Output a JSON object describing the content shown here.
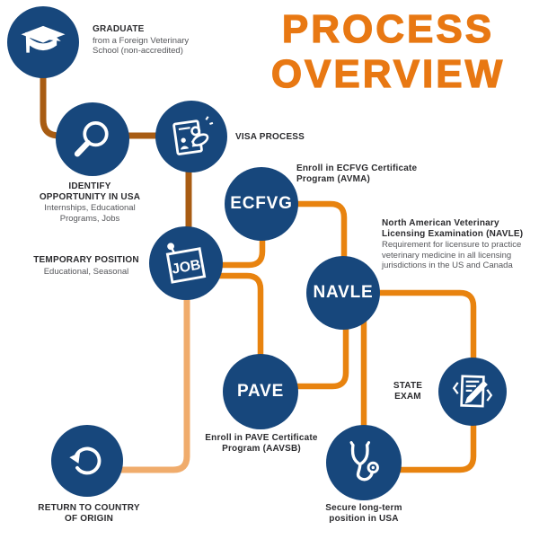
{
  "title": {
    "line1": "PROCESS",
    "line2": "OVERVIEW",
    "color": "#E87813"
  },
  "colors": {
    "node_navy": "#17477C",
    "line_dark_orange": "#A85C13",
    "line_bright_orange": "#E8830F",
    "line_light_orange": "#F0AC6C",
    "label_dark": "#2B2B2E",
    "label_gray": "#55565A",
    "icon_white": "#FFFFFF"
  },
  "labels": {
    "graduate": {
      "title": "GRADUATE",
      "desc": "from a Foreign Veterinary School (non-accredited)"
    },
    "identify": {
      "title": "IDENTIFY OPPORTUNITY IN USA",
      "desc": "Internships, Educational Programs, Jobs"
    },
    "visa": {
      "title": "VISA PROCESS"
    },
    "temporary": {
      "title": "TEMPORARY POSITION",
      "desc": "Educational, Seasonal"
    },
    "ecfvg": {
      "title": "Enroll in ECFVG Certificate Program (AVMA)"
    },
    "navle": {
      "title": "North American Veterinary Licensing Examination (NAVLE)",
      "desc": "Requirement for licensure to practice veterinary medicine in all licensing jurisdictions in the US and Canada"
    },
    "pave": {
      "title": "Enroll in PAVE Certificate Program (AAVSB)"
    },
    "state_exam": {
      "title": "STATE EXAM"
    },
    "secure": {
      "title": "Secure long-term position in USA"
    },
    "return": {
      "title": "RETURN TO COUNTRY OF ORIGIN"
    }
  },
  "node_words": {
    "ecfvg": "ECFVG",
    "navle": "NAVLE",
    "pave": "PAVE",
    "job": "JOB"
  },
  "nodes": [
    {
      "id": "graduate",
      "icon": "graduation-cap-icon"
    },
    {
      "id": "identify",
      "icon": "magnifying-glass-icon"
    },
    {
      "id": "visa",
      "icon": "visa-stamp-icon"
    },
    {
      "id": "temporary",
      "icon": "job-note-icon"
    },
    {
      "id": "ecfvg",
      "icon": null
    },
    {
      "id": "navle",
      "icon": null
    },
    {
      "id": "pave",
      "icon": null
    },
    {
      "id": "state-exam",
      "icon": "exam-pencil-icon"
    },
    {
      "id": "secure",
      "icon": "stethoscope-icon"
    },
    {
      "id": "return",
      "icon": "return-arrow-icon"
    }
  ],
  "edges": [
    {
      "from": "graduate",
      "to": "identify",
      "color": "dark-orange"
    },
    {
      "from": "identify",
      "to": "visa",
      "color": "dark-orange"
    },
    {
      "from": "visa",
      "to": "temporary",
      "color": "dark-orange"
    },
    {
      "from": "ecfvg",
      "to": "temporary",
      "color": "bright-orange"
    },
    {
      "from": "temporary",
      "to": "pave",
      "color": "bright-orange"
    },
    {
      "from": "ecfvg",
      "to": "navle",
      "color": "bright-orange"
    },
    {
      "from": "navle",
      "to": "pave",
      "color": "bright-orange"
    },
    {
      "from": "navle",
      "to": "state-exam",
      "color": "bright-orange"
    },
    {
      "from": "navle",
      "to": "secure",
      "color": "bright-orange"
    },
    {
      "from": "state-exam",
      "to": "secure",
      "color": "bright-orange"
    },
    {
      "from": "temporary",
      "to": "return",
      "color": "light-orange"
    }
  ]
}
